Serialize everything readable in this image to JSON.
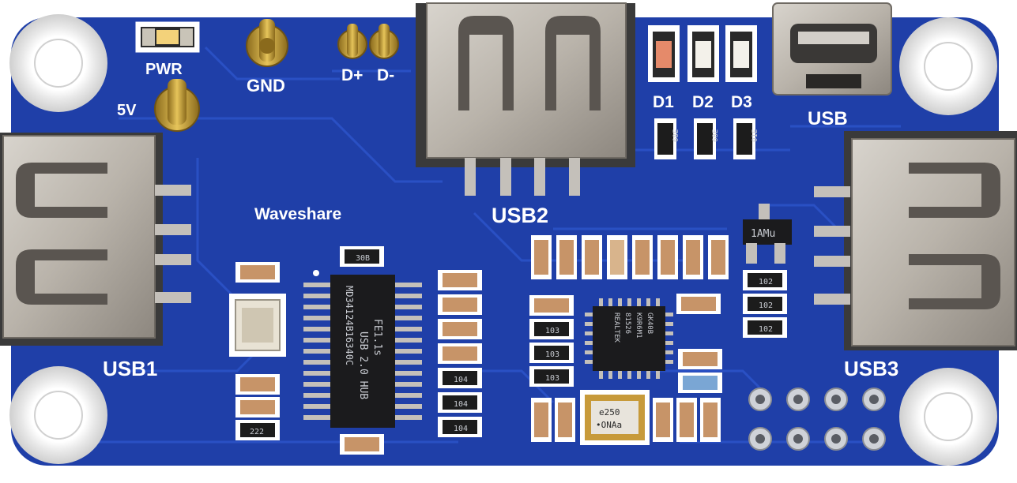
{
  "board": {
    "brand": "Waveshare",
    "colors": {
      "pcb": "#1f3fa8",
      "pcb_trace": "#2a4fc0",
      "silkscreen": "#ffffff",
      "metal": "#b8b4ae",
      "gold": "#c9a23a",
      "background": "#ffffff"
    }
  },
  "labels": {
    "pwr": "PWR",
    "gnd": "GND",
    "dplus": "D+",
    "dminus": "D-",
    "five_v": "5V",
    "d1": "D1",
    "d2": "D2",
    "d3": "D3",
    "usb": "USB",
    "usb1": "USB1",
    "usb2": "USB2",
    "usb3": "USB3"
  },
  "hub_chip": {
    "line1": "FE1.1s",
    "line2": "USB 2.0 HUB",
    "line3": "MD34124B16340C"
  },
  "realtek_chip": {
    "line1": "REALTEK",
    "line2": "81526",
    "line3": "K9R6M1",
    "line4": "GK40B"
  },
  "crystal": {
    "line1": "e250",
    "line2": "•ONAa"
  },
  "regulator": {
    "text": "1AMu"
  },
  "resistor_codes": {
    "r_left_top": "30B",
    "r_d1": "68E",
    "r_d2": "68E",
    "r_d3": "01E",
    "r_a": "103",
    "r_b": "103",
    "r_c": "103",
    "r_d": "104",
    "r_e": "104",
    "r_f": "104",
    "r_g": "102",
    "r_h": "102",
    "r_i": "102",
    "r_j": "222"
  }
}
